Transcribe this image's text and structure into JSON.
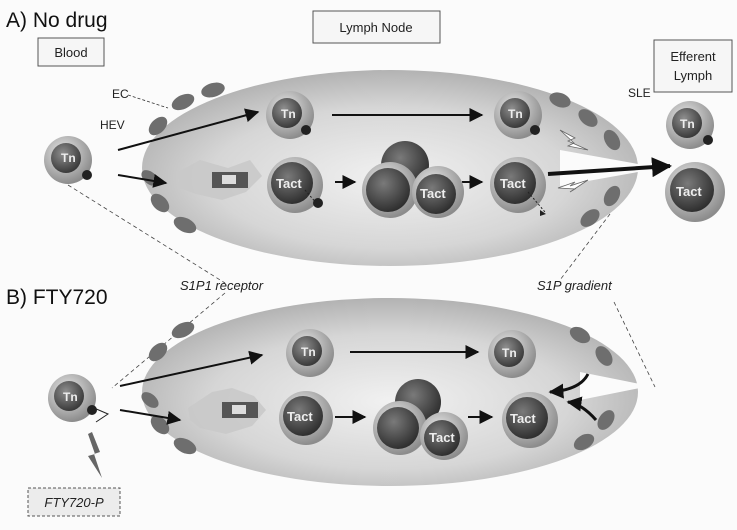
{
  "panels": {
    "a_title": "A) No drug",
    "b_title": "B) FTY720"
  },
  "labels": {
    "blood": "Blood",
    "lymph_node": "Lymph Node",
    "efferent_line1": "Efferent",
    "efferent_line2": "Lymph",
    "ec": "EC",
    "hev": "HEV",
    "sle": "SLE",
    "s1p1_receptor": "S1P1 receptor",
    "s1p_gradient": "S1P gradient",
    "fty720p": "FTY720-P"
  },
  "cells": {
    "naive": "Tn",
    "activated": "Tact"
  }
}
